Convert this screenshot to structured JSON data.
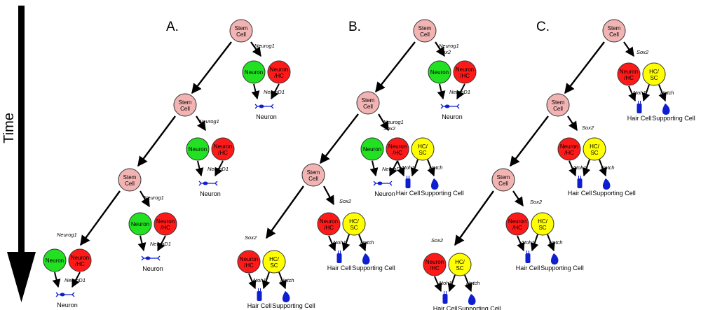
{
  "time_label": "Time",
  "panels": [
    "A.",
    "B.",
    "C."
  ],
  "nodes": {
    "stem_cell": "Stem Cell",
    "neuron": "Neuron",
    "neuron_hc": "Neuron /HC",
    "hc_sc": "HC/ SC"
  },
  "genes": {
    "neurog1": "Neurog1",
    "sox2": "Sox2",
    "neurod1": "NeuroD1",
    "atoh1": "Atoh1",
    "notch": "Notch"
  },
  "captions": {
    "neuron": "Neuron",
    "hair_cell": "Hair Cell",
    "supporting_cell": "Supporting Cell"
  },
  "colors": {
    "stem_cell": "#f2b3b3",
    "neuron": "#22e022",
    "neuron_hc": "#ff1a1a",
    "hc_sc": "#ffff00",
    "cell_icon": "#0f1fd0"
  }
}
